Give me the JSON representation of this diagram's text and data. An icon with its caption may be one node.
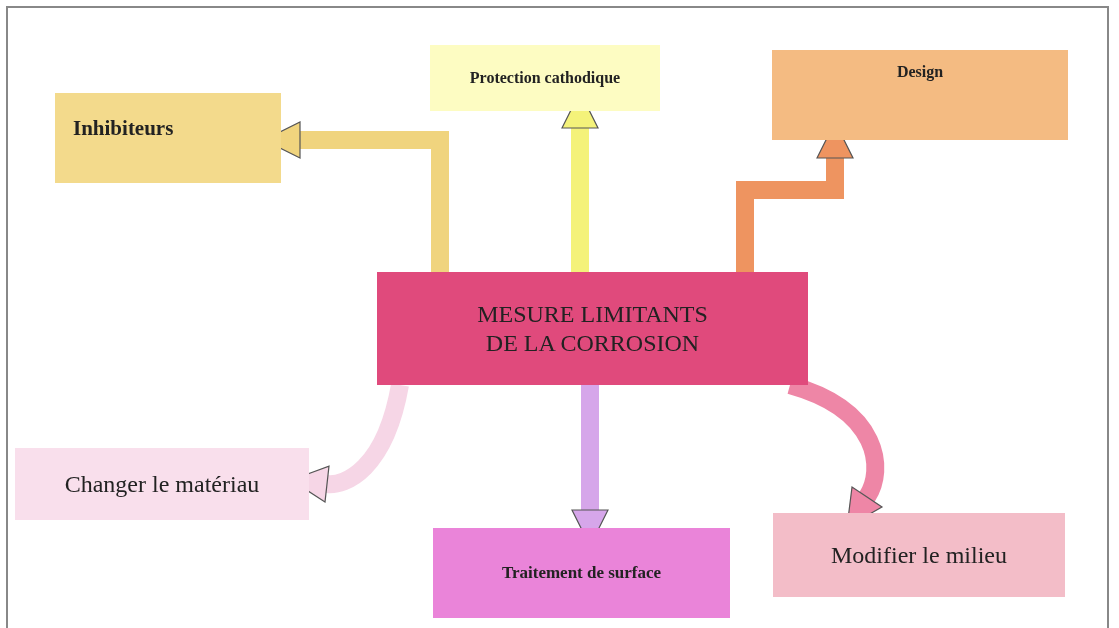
{
  "diagram": {
    "nodes": [
      {
        "text": [
          "Inhibiteurs"
        ]
      },
      {
        "text": [
          "Protection cathodique"
        ]
      },
      {
        "text": [
          "Design"
        ]
      },
      {
        "text": [
          "MESURE LIMITANTS DE LA CORROSION"
        ]
      },
      {
        "text": [
          "Changer le matériau"
        ]
      },
      {
        "text": [
          "Traitement de surface"
        ]
      },
      {
        "text": [
          "Modifier le milieu"
        ]
      }
    ],
    "edges": [
      {
        "from": 3,
        "to": 0,
        "arrow": "to",
        "color": "#f0d47e"
      },
      {
        "from": 3,
        "to": 1,
        "arrow": "to",
        "color": "#f4f27a"
      },
      {
        "from": 3,
        "to": 2,
        "arrow": "to",
        "color": "#ee9460"
      },
      {
        "from": 3,
        "to": 4,
        "arrow": "to",
        "color": "#f6d6e6"
      },
      {
        "from": 3,
        "to": 5,
        "arrow": "to",
        "color": "#d6a6ea"
      },
      {
        "from": 3,
        "to": 6,
        "arrow": "to",
        "color": "#ee86a6"
      }
    ]
  }
}
